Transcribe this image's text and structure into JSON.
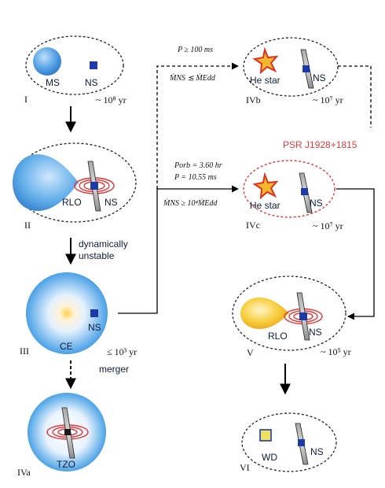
{
  "stages": {
    "I": {
      "id": "I",
      "ms": "MS",
      "ns": "NS",
      "time": "~ 10⁸ yr"
    },
    "II": {
      "id": "II",
      "rlo": "RLO",
      "ns": "NS"
    },
    "II_to_III": {
      "line1": "dynamically",
      "line2": "unstable"
    },
    "III": {
      "id": "III",
      "ce": "CE",
      "ns": "NS",
      "time": "≤ 10³ yr"
    },
    "III_to_IVa": {
      "label": "merger"
    },
    "IVa": {
      "id": "IVa",
      "tzo": "TZO"
    },
    "IVb": {
      "id": "IVb",
      "star": "He star",
      "ns": "NS",
      "time": "~ 10⁷ yr",
      "cond1": "P ≥ 100 ms",
      "cond2": "ṀNS ≲ ṀEdd"
    },
    "IVc": {
      "id": "IVc",
      "star": "He star",
      "ns": "NS",
      "time": "~ 10⁷ yr",
      "pulsar": "PSR J1928+1815",
      "cond1": "Porb = 3.60 hr",
      "cond2": "P = 10.55 ms",
      "cond3": "ṀNS ≥ 10⁴ṀEdd"
    },
    "V": {
      "id": "V",
      "rlo": "RLO",
      "ns": "NS",
      "time": "~ 10⁵ yr"
    },
    "VI": {
      "id": "VI",
      "wd": "WD",
      "ns": "NS"
    }
  },
  "colors": {
    "star_blue": "#3d8fdc",
    "ns_blue": "#1c3aa8",
    "he_star": "#e8a020",
    "he_star_edge": "#e03020",
    "disk_red": "#e03838",
    "pulsar_red": "#e23b3b",
    "wd_yellow": "#f0e060",
    "rlo_yellow": "#f5c030"
  }
}
